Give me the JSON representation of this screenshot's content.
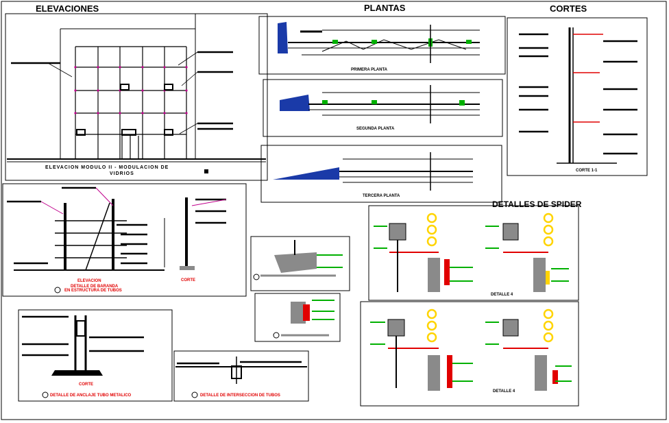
{
  "titles": {
    "elevaciones": "ELEVACIONES",
    "plantas": "PLANTAS",
    "cortes": "CORTES",
    "detalles_spider": "DETALLES DE SPIDER"
  },
  "captions": {
    "elevacion_modulo_line1": "ELEVACION MODULO II - MODULACION DE",
    "elevacion_modulo_line2": "VIDRIOS",
    "primera_planta": "PRIMERA PLANTA",
    "segunda_planta": "SEGUNDA PLANTA",
    "tercera_planta": "TERCERA PLANTA",
    "corte_1": "CORTE 1-1",
    "elevacion": "ELEVACION",
    "detalle_baranda_line1": "DETALLE DE BARANDA",
    "detalle_baranda_line2": "EN ESTRUCTURA DE TUBOS",
    "corte_baranda": "CORTE",
    "corte_anclaje": "CORTE",
    "detalle_anclaje": "DETALLE DE ANCLAJE TUBO METALICO",
    "detalle_interseccion": "DETALLE DE INTERSECCION DE TUBOS",
    "detalle_4a": "DETALLE 4",
    "detalle_4b": "DETALLE 4"
  },
  "colors": {
    "line": "#000000",
    "green": "#00b000",
    "red": "#e10000",
    "magenta": "#c0008c",
    "yellow": "#ffd400",
    "blue": "#1a3aa8",
    "gray": "#8a8a8a"
  }
}
